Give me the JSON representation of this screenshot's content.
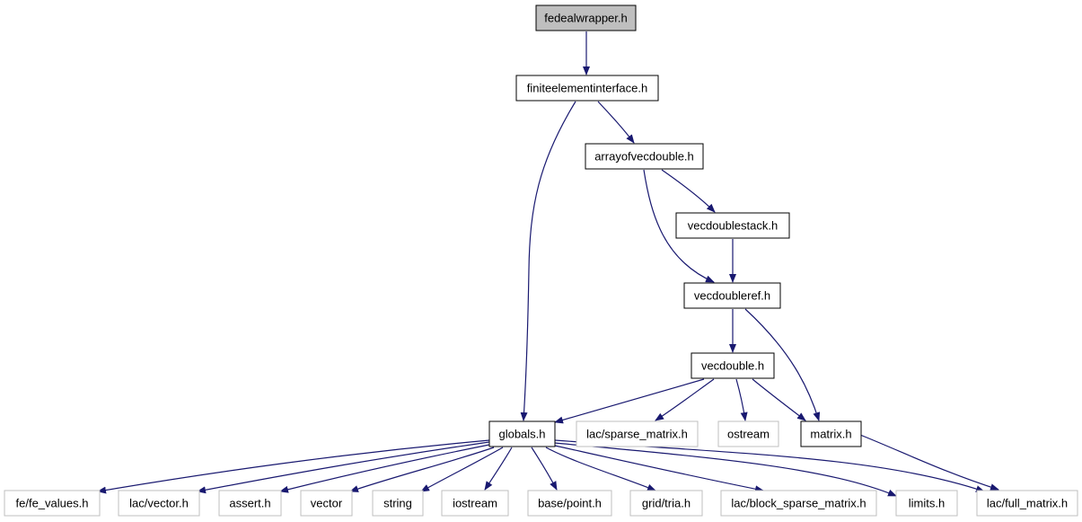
{
  "colors": {
    "edge": "#191970",
    "node_border_documented": "#000000",
    "node_border_external": "#bfbfbf",
    "node_fill_current": "#bfbfbf",
    "node_fill_default": "#ffffff"
  },
  "nodes": {
    "fedealwrapper": {
      "label": "fedealwrapper.h",
      "kind": "current"
    },
    "finiteelementinterface": {
      "label": "finiteelementinterface.h",
      "kind": "documented"
    },
    "arrayofvecdouble": {
      "label": "arrayofvecdouble.h",
      "kind": "documented"
    },
    "vecdoublestack": {
      "label": "vecdoublestack.h",
      "kind": "documented"
    },
    "vecdoubleref": {
      "label": "vecdoubleref.h",
      "kind": "documented"
    },
    "vecdouble": {
      "label": "vecdouble.h",
      "kind": "documented"
    },
    "globals": {
      "label": "globals.h",
      "kind": "documented"
    },
    "sparse_matrix": {
      "label": "lac/sparse_matrix.h",
      "kind": "external"
    },
    "ostream": {
      "label": "ostream",
      "kind": "external"
    },
    "matrix": {
      "label": "matrix.h",
      "kind": "documented"
    },
    "fe_values": {
      "label": "fe/fe_values.h",
      "kind": "external"
    },
    "vector": {
      "label": "lac/vector.h",
      "kind": "external"
    },
    "assert": {
      "label": "assert.h",
      "kind": "external"
    },
    "std_vector": {
      "label": "vector",
      "kind": "external"
    },
    "string": {
      "label": "string",
      "kind": "external"
    },
    "iostream": {
      "label": "iostream",
      "kind": "external"
    },
    "point": {
      "label": "base/point.h",
      "kind": "external"
    },
    "tria": {
      "label": "grid/tria.h",
      "kind": "external"
    },
    "block_sparse_matrix": {
      "label": "lac/block_sparse_matrix.h",
      "kind": "external"
    },
    "limits": {
      "label": "limits.h",
      "kind": "external"
    },
    "full_matrix": {
      "label": "lac/full_matrix.h",
      "kind": "external"
    }
  },
  "edges": [
    {
      "from": "fedealwrapper",
      "to": "finiteelementinterface"
    },
    {
      "from": "finiteelementinterface",
      "to": "arrayofvecdouble"
    },
    {
      "from": "finiteelementinterface",
      "to": "globals"
    },
    {
      "from": "arrayofvecdouble",
      "to": "vecdoublestack"
    },
    {
      "from": "arrayofvecdouble",
      "to": "vecdoubleref"
    },
    {
      "from": "vecdoublestack",
      "to": "vecdoubleref"
    },
    {
      "from": "vecdoubleref",
      "to": "vecdouble"
    },
    {
      "from": "vecdoubleref",
      "to": "matrix"
    },
    {
      "from": "vecdouble",
      "to": "globals"
    },
    {
      "from": "vecdouble",
      "to": "sparse_matrix"
    },
    {
      "from": "vecdouble",
      "to": "ostream"
    },
    {
      "from": "vecdouble",
      "to": "matrix"
    },
    {
      "from": "matrix",
      "to": "full_matrix"
    },
    {
      "from": "globals",
      "to": "fe_values"
    },
    {
      "from": "globals",
      "to": "vector"
    },
    {
      "from": "globals",
      "to": "assert"
    },
    {
      "from": "globals",
      "to": "std_vector"
    },
    {
      "from": "globals",
      "to": "string"
    },
    {
      "from": "globals",
      "to": "iostream"
    },
    {
      "from": "globals",
      "to": "point"
    },
    {
      "from": "globals",
      "to": "tria"
    },
    {
      "from": "globals",
      "to": "block_sparse_matrix"
    },
    {
      "from": "globals",
      "to": "limits"
    },
    {
      "from": "globals",
      "to": "full_matrix"
    }
  ]
}
